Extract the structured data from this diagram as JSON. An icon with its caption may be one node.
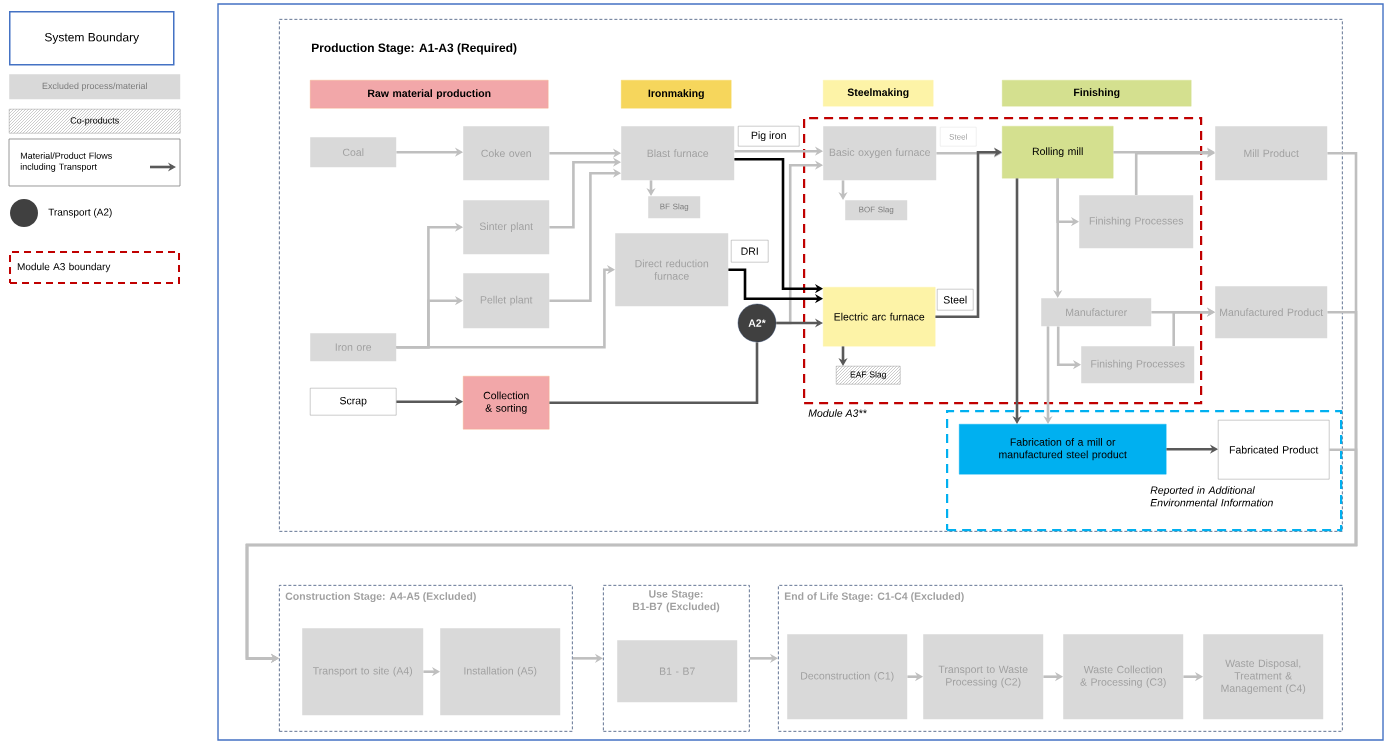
{
  "diagram": {
    "nodes": [
      {
        "text": [
          "Production Stage: A1-A3 (Required)"
        ]
      },
      {
        "text": [
          "Raw material production"
        ],
        "in": 0
      },
      {
        "text": [
          "Ironmaking"
        ],
        "in": 0
      },
      {
        "text": [
          "Steelmaking"
        ],
        "in": 0
      },
      {
        "text": [
          "Finishing"
        ],
        "in": 0
      },
      {
        "text": [
          "Coal"
        ],
        "in": 0
      },
      {
        "text": [
          "Coke oven"
        ],
        "in": 0
      },
      {
        "text": [
          "Blast furnace"
        ],
        "in": 0
      },
      {
        "text": [
          "Module A3**"
        ],
        "in": 0
      },
      {
        "text": [
          "Basic oxygen furnace"
        ],
        "in": 8
      },
      {
        "text": [
          "Rolling mill"
        ],
        "in": 8
      },
      {
        "text": [
          "Mill Product"
        ],
        "in": 0
      },
      {
        "text": [
          "BF Slag"
        ],
        "in": 0
      },
      {
        "text": [
          "BOF Slag"
        ],
        "in": 8
      },
      {
        "text": [
          "Finishing Processes"
        ],
        "in": 8
      },
      {
        "text": [
          "Sinter plant"
        ],
        "in": 0
      },
      {
        "text": [
          "Direct reduction furnace"
        ],
        "in": 0
      },
      {
        "text": [
          "Pellet plant"
        ],
        "in": 0
      },
      {
        "text": [
          "Electric arc furnace"
        ],
        "in": 8
      },
      {
        "text": [
          "Manufacturer"
        ],
        "in": 8
      },
      {
        "text": [
          "Manufactured Product"
        ],
        "in": 0
      },
      {
        "text": [
          "A2*"
        ],
        "in": 0
      },
      {
        "text": [
          "Iron ore"
        ],
        "in": 0
      },
      {
        "text": [
          "Finishing Processes"
        ],
        "in": 8
      },
      {
        "text": [
          "EAF Slag"
        ],
        "in": 8
      },
      {
        "text": [
          "Scrap"
        ],
        "in": 0
      },
      {
        "text": [
          "Collection & sorting"
        ],
        "in": 0
      },
      {
        "text": [
          "Reported in Additional Environmental Information"
        ],
        "in": 0
      },
      {
        "text": [
          "Fabrication of a mill or manufactured steel product"
        ],
        "in": 27
      },
      {
        "text": [
          "Fabricated Product"
        ],
        "in": 27
      },
      {
        "text": [
          "Construction Stage: A4-A5 (Excluded)"
        ]
      },
      {
        "text": [
          "Transport to site (A4)"
        ],
        "in": 30
      },
      {
        "text": [
          "Installation (A5)"
        ],
        "in": 30
      },
      {
        "text": [
          "Use Stage: B1-B7 (Excluded)"
        ]
      },
      {
        "text": [
          "B1 - B7"
        ],
        "in": 33
      },
      {
        "text": [
          "End of Life Stage: C1-C4 (Excluded)"
        ]
      },
      {
        "text": [
          "Deconstruction (C1)"
        ],
        "in": 35
      },
      {
        "text": [
          "Transport to Waste Processing (C2)"
        ],
        "in": 35
      },
      {
        "text": [
          "Waste Collection & Processing (C3)"
        ],
        "in": 35
      },
      {
        "text": [
          "Waste Disposal, Treatment & Management (C4)"
        ],
        "in": 35
      }
    ],
    "edges": [
      {
        "from": 5,
        "to": 6,
        "arrow": "to"
      },
      {
        "from": 6,
        "to": 7,
        "arrow": "to"
      },
      {
        "from": 15,
        "to": 7,
        "arrow": "to"
      },
      {
        "from": 17,
        "to": 7,
        "arrow": "to"
      },
      {
        "from": 22,
        "to": 15,
        "arrow": "to"
      },
      {
        "from": 22,
        "to": 17,
        "arrow": "to"
      },
      {
        "from": 22,
        "to": 16,
        "arrow": "to"
      },
      {
        "from": 7,
        "to": 12,
        "arrow": "to"
      },
      {
        "from": 7,
        "to": 9,
        "arrow": "to"
      },
      {
        "from": 7,
        "to": 18,
        "arrow": "to",
        "label": "Pig iron",
        "color": "#000000"
      },
      {
        "from": 16,
        "to": 18,
        "arrow": "to",
        "label": "DRI",
        "color": "#000000"
      },
      {
        "from": 25,
        "to": 26,
        "arrow": "to",
        "color": "#595959"
      },
      {
        "from": 26,
        "to": 21,
        "arrow": "none",
        "color": "#595959"
      },
      {
        "from": 21,
        "to": 18,
        "arrow": "to",
        "color": "#595959"
      },
      {
        "from": 21,
        "to": 9,
        "arrow": "to"
      },
      {
        "from": 9,
        "to": 13,
        "arrow": "to"
      },
      {
        "from": 9,
        "to": 10,
        "arrow": "to",
        "label": "Steel"
      },
      {
        "from": 18,
        "to": 24,
        "arrow": "to",
        "color": "#595959"
      },
      {
        "from": 18,
        "to": 10,
        "arrow": "to",
        "label": "Steel",
        "color": "#595959"
      },
      {
        "from": 10,
        "to": 11,
        "arrow": "to"
      },
      {
        "from": 10,
        "to": 14,
        "arrow": "to"
      },
      {
        "from": 14,
        "to": 11,
        "arrow": "to"
      },
      {
        "from": 10,
        "to": 19,
        "arrow": "to"
      },
      {
        "from": 19,
        "to": 23,
        "arrow": "to"
      },
      {
        "from": 19,
        "to": 20,
        "arrow": "to"
      },
      {
        "from": 23,
        "to": 20,
        "arrow": "to"
      },
      {
        "from": 10,
        "to": 28,
        "arrow": "to",
        "color": "#595959"
      },
      {
        "from": 19,
        "to": 28,
        "arrow": "to"
      },
      {
        "from": 28,
        "to": 29,
        "arrow": "to",
        "color": "#595959"
      },
      {
        "from": 11,
        "to": 30,
        "arrow": "to"
      },
      {
        "from": 20,
        "to": 30,
        "arrow": "to"
      },
      {
        "from": 29,
        "to": 30,
        "arrow": "to"
      },
      {
        "from": 31,
        "to": 32,
        "arrow": "to"
      },
      {
        "from": 30,
        "to": 33,
        "arrow": "to"
      },
      {
        "from": 33,
        "to": 35,
        "arrow": "to"
      },
      {
        "from": 36,
        "to": 37,
        "arrow": "to"
      },
      {
        "from": 37,
        "to": 38,
        "arrow": "to"
      },
      {
        "from": 38,
        "to": 39,
        "arrow": "to"
      }
    ],
    "legend": [
      {
        "text": "System Boundary"
      },
      {
        "text": "Excluded process/material",
        "color": "#d9d9d9"
      },
      {
        "text": "Co-products"
      },
      {
        "text": "Material/Product Flows including Transport"
      },
      {
        "text": "Transport (A2)"
      },
      {
        "text": "Module A3 boundary"
      }
    ]
  }
}
